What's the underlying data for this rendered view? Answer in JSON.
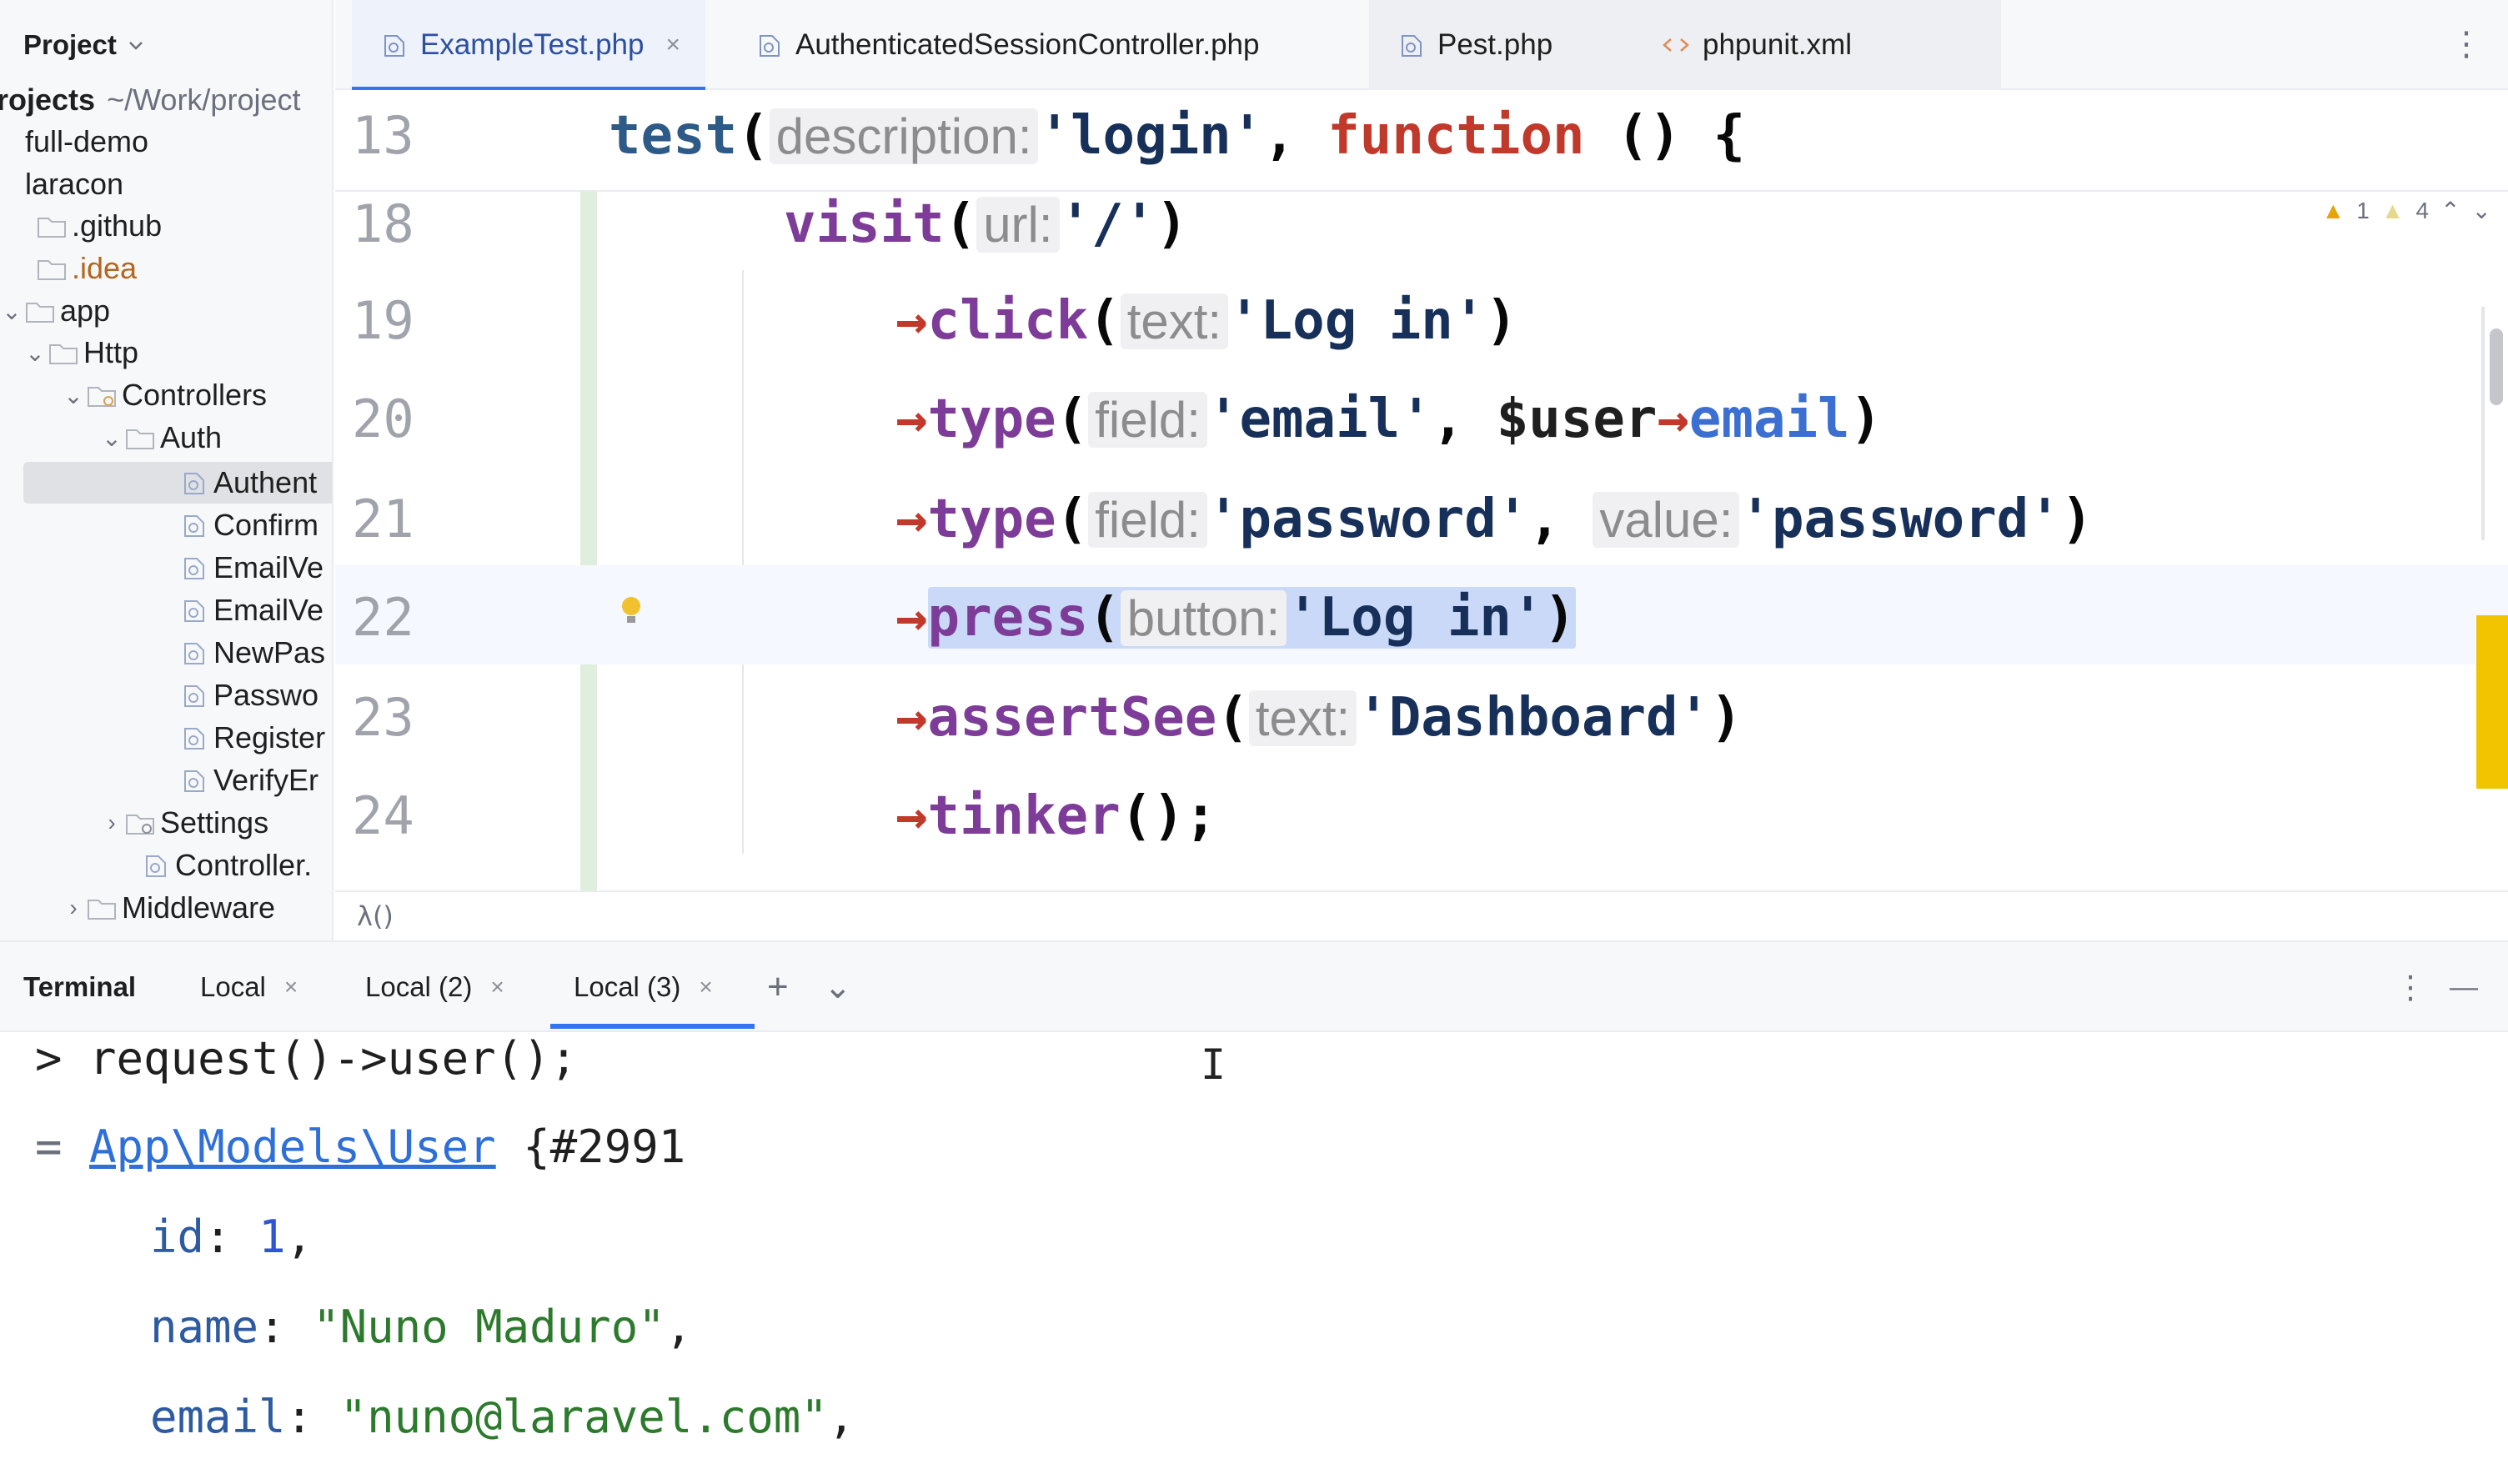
{
  "sidebar": {
    "title": "Project",
    "root_label": "rojects",
    "root_path": "~/Work/project",
    "items": [
      {
        "label": "full-demo"
      },
      {
        "label": "laracon"
      },
      {
        "label": ".github"
      },
      {
        "label": ".idea"
      },
      {
        "label": "app"
      },
      {
        "label": "Http"
      },
      {
        "label": "Controllers"
      },
      {
        "label": "Auth"
      },
      {
        "label": "Authent"
      },
      {
        "label": "Confirm"
      },
      {
        "label": "EmailVe"
      },
      {
        "label": "EmailVe"
      },
      {
        "label": "NewPas"
      },
      {
        "label": "Passwo"
      },
      {
        "label": "Register"
      },
      {
        "label": "VerifyEr"
      },
      {
        "label": "Settings"
      },
      {
        "label": "Controller."
      },
      {
        "label": "Middleware"
      }
    ]
  },
  "tabs": [
    {
      "label": "ExampleTest.php",
      "close": "×"
    },
    {
      "label": "AuthenticatedSessionController.php"
    },
    {
      "label": "Pest.php"
    },
    {
      "label": "phpunit.xml"
    }
  ],
  "tab_more": "⋮",
  "editor": {
    "sticky": {
      "number": "13",
      "fn": "test",
      "hint": "description:",
      "str": "'login'",
      "kw": "function",
      "rest": " () {"
    },
    "visit_line": {
      "number": "18",
      "fn": "visit",
      "hint": "url:",
      "str": "'/'"
    },
    "lines": [
      {
        "number": "19",
        "fn": "click",
        "hint": "text:",
        "str": "'Log in'"
      },
      {
        "number": "20",
        "fn": "type",
        "hint": "field:",
        "str": "'email'",
        "var": "$user",
        "prop": "email"
      },
      {
        "number": "21",
        "fn": "type",
        "hint": "field:",
        "str": "'password'",
        "hint2": "value:",
        "str2": "'password'"
      },
      {
        "number": "22",
        "fn": "press",
        "hint": "button:",
        "str": "'Log in'"
      },
      {
        "number": "23",
        "fn": "assertSee",
        "hint": "text:",
        "str": "'Dashboard'"
      },
      {
        "number": "24",
        "fn": "tinker",
        "tail": "();"
      }
    ],
    "problems": {
      "warnings": "1",
      "weak_warnings": "4"
    },
    "breadcrumb": "λ()"
  },
  "terminal": {
    "title": "Terminal",
    "tabs": [
      {
        "label": "Local"
      },
      {
        "label": "Local (2)"
      },
      {
        "label": "Local (3)"
      }
    ],
    "add": "+",
    "dropdown": "⌄",
    "more": "⋮",
    "minimize": "—",
    "output": {
      "prompt": ">",
      "command": "request()->user();",
      "eq": "=",
      "class_link": "App\\Models\\User",
      "class_id": "{#2991",
      "fields": [
        {
          "key": "id",
          "value": "1",
          "kind": "num"
        },
        {
          "key": "name",
          "value": "\"Nuno Maduro\"",
          "kind": "str"
        },
        {
          "key": "email",
          "value": "\"nuno@laravel.com\"",
          "kind": "str"
        }
      ]
    }
  }
}
